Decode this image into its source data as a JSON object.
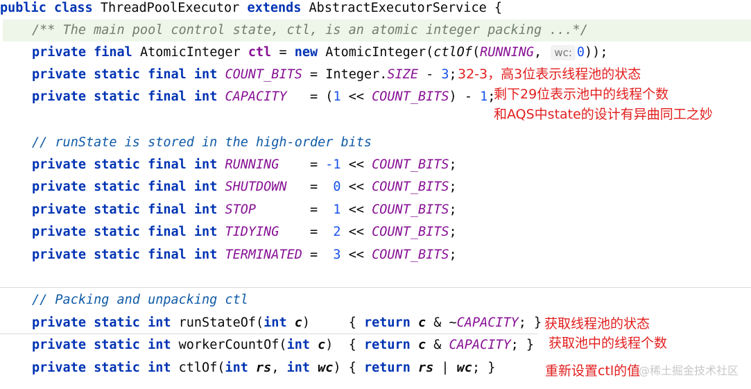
{
  "code": {
    "class_decl": {
      "k1": "public",
      "k2": "class",
      "name": "ThreadPoolExecutor",
      "k3": "extends",
      "parent": "AbstractExecutorService",
      "brace": "{"
    },
    "doc_comment": "/** The main pool control state, ctl, is an atomic integer packing ...*/",
    "ctl_line": {
      "k1": "private",
      "k2": "final",
      "type": "AtomicInteger",
      "name": "ctl",
      "eq": "=",
      "k3": "new",
      "ctor": "AtomicInteger(",
      "call": "ctlOf",
      "open": "(",
      "arg": "RUNNING",
      "comma": ",",
      "hint": "wc:",
      "zero": "0",
      "close": "));"
    },
    "count_bits_line": {
      "k1": "private",
      "k2": "static",
      "k3": "final",
      "k4": "int",
      "name": "COUNT_BITS",
      "eq": "=",
      "cls": "Integer.",
      "size": "SIZE",
      "minus": "-",
      "num": "3",
      "semi": ";"
    },
    "capacity_line": {
      "k1": "private",
      "k2": "static",
      "k3": "final",
      "k4": "int",
      "name": "CAPACITY",
      "eq": "=",
      "p1": "(",
      "one": "1",
      "shift": "<<",
      "cb": "COUNT_BITS",
      "p2": ")",
      "minus": "-",
      "one2": "1",
      "semi": ";"
    },
    "comment_runstate": "// runState is stored in the high-order bits",
    "states": [
      {
        "name": "RUNNING",
        "pad": "    ",
        "val": "-1"
      },
      {
        "name": "SHUTDOWN",
        "pad": "   ",
        "val": " 0"
      },
      {
        "name": "STOP",
        "pad": "       ",
        "val": " 1"
      },
      {
        "name": "TIDYING",
        "pad": "    ",
        "val": " 2"
      },
      {
        "name": "TERMINATED",
        "pad": " ",
        "val": " 3"
      }
    ],
    "state_kw": {
      "k1": "private",
      "k2": "static",
      "k3": "final",
      "k4": "int",
      "eq": "=",
      "shift": "<<",
      "cb": "COUNT_BITS",
      "semi": ";"
    },
    "comment_packing": "// Packing and unpacking ctl",
    "method_kw": {
      "k1": "private",
      "k2": "static",
      "k3": "int",
      "ret": "return"
    },
    "runStateOf": {
      "name": "runStateOf(",
      "argtype": "int",
      "arg": "c",
      "close": ")",
      "pad": "     ",
      "open": "{",
      "amp": "&",
      "tilde": "~",
      "cap": "CAPACITY",
      "end": "; }"
    },
    "workerCountOf": {
      "name": "workerCountOf(",
      "argtype": "int",
      "arg": "c",
      "close": ")",
      "pad": "  ",
      "open": "{",
      "amp": "&",
      "cap": "CAPACITY",
      "end": "; }"
    },
    "ctlOf": {
      "name": "ctlOf(",
      "argtype1": "int",
      "arg1": "rs",
      "comma": ",",
      "argtype2": "int",
      "arg2": "wc",
      "close": ")",
      "open": "{",
      "bar": "|",
      "end": "; }"
    }
  },
  "annotations": {
    "bits_high": "32-3，高3位表示线程池的状态",
    "bits_low": "剩下29位表示池中的线程个数",
    "aqs_note": "和AQS中state的设计有异曲同工之妙",
    "get_state": "获取线程池的状态",
    "get_count": "获取池中的线程个数",
    "reset_ctl": "重新设置ctl的值"
  },
  "watermark": "@稀土掘金技术社区"
}
